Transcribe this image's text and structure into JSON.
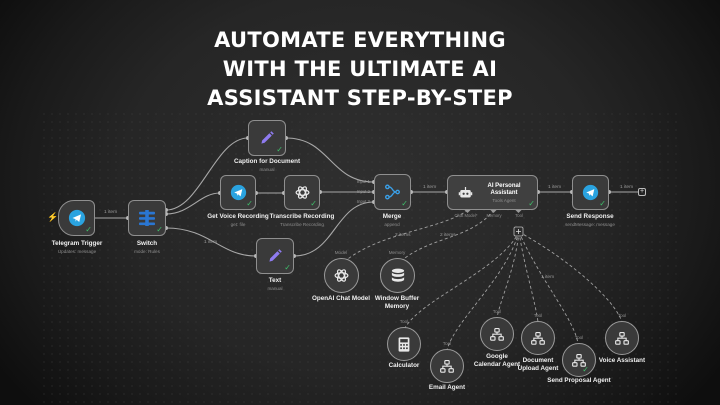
{
  "headline": [
    "AUTOMATE EVERYTHING",
    "WITH THE ULTIMATE AI",
    "ASSISTANT STEP-BY-STEP"
  ],
  "colors": {
    "accent_blue": "#2aa3e0",
    "pen_purple": "#8f7bf0",
    "success": "#3fbf6a",
    "trigger_bolt": "#ff6b4a"
  },
  "nodes": {
    "telegram_trigger": {
      "title": "Telegram Trigger",
      "subtitle": "Updates: message",
      "icon": "telegram-icon"
    },
    "switch": {
      "title": "Switch",
      "subtitle": "mode: Rules",
      "icon": "switch-icon"
    },
    "caption": {
      "title": "Caption for Document",
      "subtitle": "manual",
      "icon": "pen-icon"
    },
    "get_voice": {
      "title": "Get Voice Recording",
      "subtitle": "get: file",
      "icon": "telegram-icon"
    },
    "transcribe": {
      "title": "Transcribe Recording",
      "subtitle": "Transcribe Recording",
      "icon": "openai-icon"
    },
    "text": {
      "title": "Text",
      "subtitle": "manual",
      "icon": "pen-icon"
    },
    "merge": {
      "title": "Merge",
      "subtitle": "append",
      "icon": "merge-icon"
    },
    "ai_assistant": {
      "title": "AI Personal Assistant",
      "subtitle": "Tools Agent",
      "icon": "robot-icon"
    },
    "send_response": {
      "title": "Send Response",
      "subtitle": "sendMessage: message",
      "icon": "telegram-icon"
    },
    "openai_chat": {
      "title": "OpenAI Chat Model",
      "tag": "Model",
      "icon": "openai-icon"
    },
    "window_memory": {
      "title": "Window Buffer Memory",
      "tag": "Memory",
      "icon": "database-icon"
    },
    "calculator": {
      "title": "Calculator",
      "tag": "Tool",
      "icon": "calculator-icon"
    },
    "email_agent": {
      "title": "Email Agent",
      "tag": "Tool",
      "icon": "workflow-icon"
    },
    "calendar_agent": {
      "title": "Google Calendar Agent",
      "tag": "Tool",
      "icon": "workflow-icon"
    },
    "doc_upload_agent": {
      "title": "Document Upload Agent",
      "tag": "Tool",
      "icon": "workflow-icon"
    },
    "proposal_agent": {
      "title": "Send Proposal Agent",
      "tag": "Tool",
      "icon": "workflow-icon"
    },
    "voice_assistant": {
      "title": "Voice Assistant",
      "tag": "Tool",
      "icon": "workflow-icon"
    }
  },
  "connections": {
    "trigger_switch": "1 item",
    "switch_text": "1 item",
    "merge_agent": "1 item",
    "agent_send": "1 item",
    "send_out": "1 item",
    "model_items": "2 items",
    "memory_items": "2 items",
    "tools_items": "1 item"
  },
  "ports": {
    "merge_inputs": [
      "Input 1",
      "Input 2",
      "Input 3"
    ],
    "agent_bottom": [
      "Chat Model*",
      "Memory",
      "Tool"
    ]
  }
}
